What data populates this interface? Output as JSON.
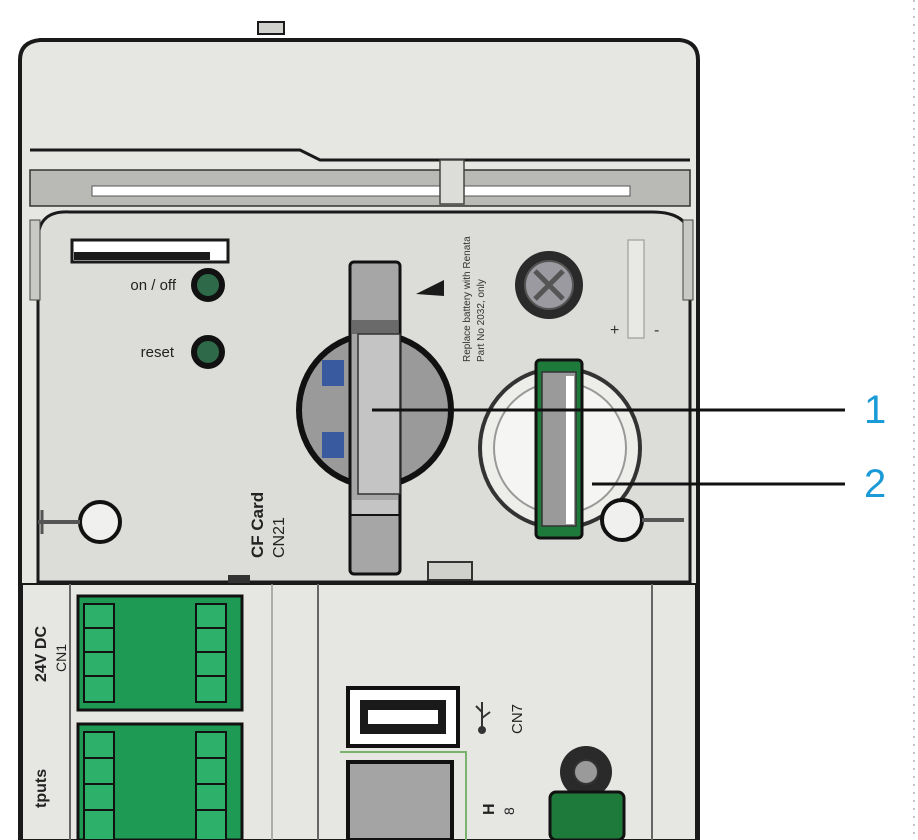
{
  "device": {
    "labels": {
      "on_off": "on / off",
      "reset": "reset",
      "cf_card": "CF Card",
      "cf_connector": "CN21",
      "power": "24V DC",
      "power_connector": "CN1",
      "usb_connector": "CN7",
      "outputs_partial": "tputs",
      "battery_note_line1": "Replace battery with Renata",
      "battery_note_line2": "Part No 2032, only",
      "battery_plus": "+",
      "battery_minus": "-",
      "partial_h": "H",
      "partial_8": "8"
    },
    "icons": [
      "eject-arrow-icon",
      "usb-icon",
      "screw-icon"
    ]
  },
  "callouts": [
    {
      "number": "1",
      "target": "cf-card-slot"
    },
    {
      "number": "2",
      "target": "battery-holder"
    }
  ],
  "colors": {
    "callout": "#1a9bd7",
    "housing": "#e6e6e3",
    "panel": "#dcdcd8",
    "led": "#2e6a4a",
    "terminal": "#1f9a55",
    "battery_clip": "#1e7a3a",
    "card_slot": "#a0a0a0",
    "contact_blue": "#3a5aa0"
  }
}
